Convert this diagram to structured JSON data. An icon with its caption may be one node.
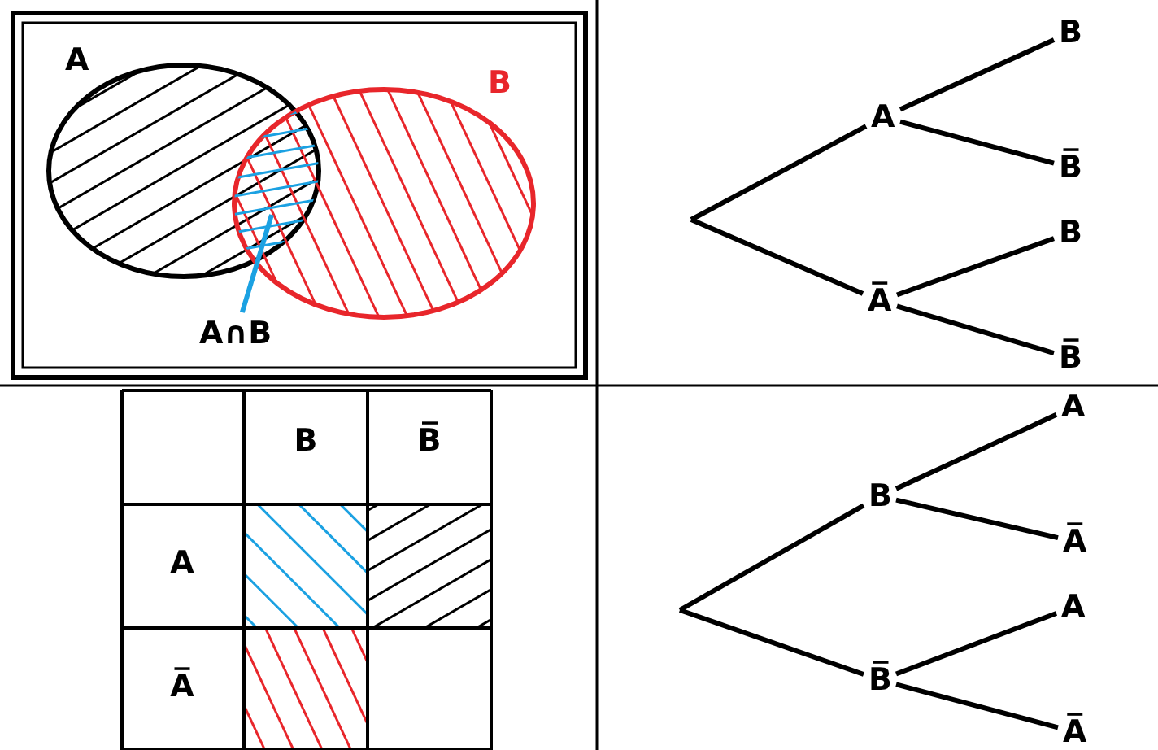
{
  "diagram": {
    "nodes": [
      {
        "text": [
          "A"
        ]
      },
      {
        "text": [
          "B"
        ]
      },
      {
        "text": [],
        "shape": "lens"
      },
      {
        "text": [
          "A∩B"
        ]
      },
      {
        "text": [
          "A"
        ]
      },
      {
        "text": [
          "A̅"
        ]
      },
      {
        "text": [
          "B"
        ]
      },
      {
        "text": [
          "B̅"
        ]
      },
      {
        "text": [
          "B"
        ]
      },
      {
        "text": [
          "B̅"
        ]
      },
      {
        "text": [
          "B"
        ]
      },
      {
        "text": [
          "B̅"
        ]
      },
      {
        "text": [
          "A"
        ]
      },
      {
        "text": [
          "A̅"
        ]
      },
      {
        "text": [
          "A"
        ]
      },
      {
        "text": [
          "A̅"
        ]
      }
    ],
    "edges": [
      {
        "from": 3,
        "to": 2,
        "arrow": "none",
        "color": "#1ba1e2"
      },
      {
        "from": null,
        "to": 4,
        "arrow": "none"
      },
      {
        "from": null,
        "to": 5,
        "arrow": "none"
      },
      {
        "from": 4,
        "to": 6,
        "arrow": "none"
      },
      {
        "from": 4,
        "to": 7,
        "arrow": "none"
      },
      {
        "from": 5,
        "to": 8,
        "arrow": "none"
      },
      {
        "from": 5,
        "to": 9,
        "arrow": "none"
      },
      {
        "from": null,
        "to": 10,
        "arrow": "none"
      },
      {
        "from": null,
        "to": 11,
        "arrow": "none"
      },
      {
        "from": 10,
        "to": 12,
        "arrow": "none"
      },
      {
        "from": 10,
        "to": 13,
        "arrow": "none"
      },
      {
        "from": 11,
        "to": 14,
        "arrow": "none"
      },
      {
        "from": 11,
        "to": 15,
        "arrow": "none"
      }
    ],
    "labels": [
      "B",
      "B̅",
      "A",
      "A̅"
    ]
  }
}
